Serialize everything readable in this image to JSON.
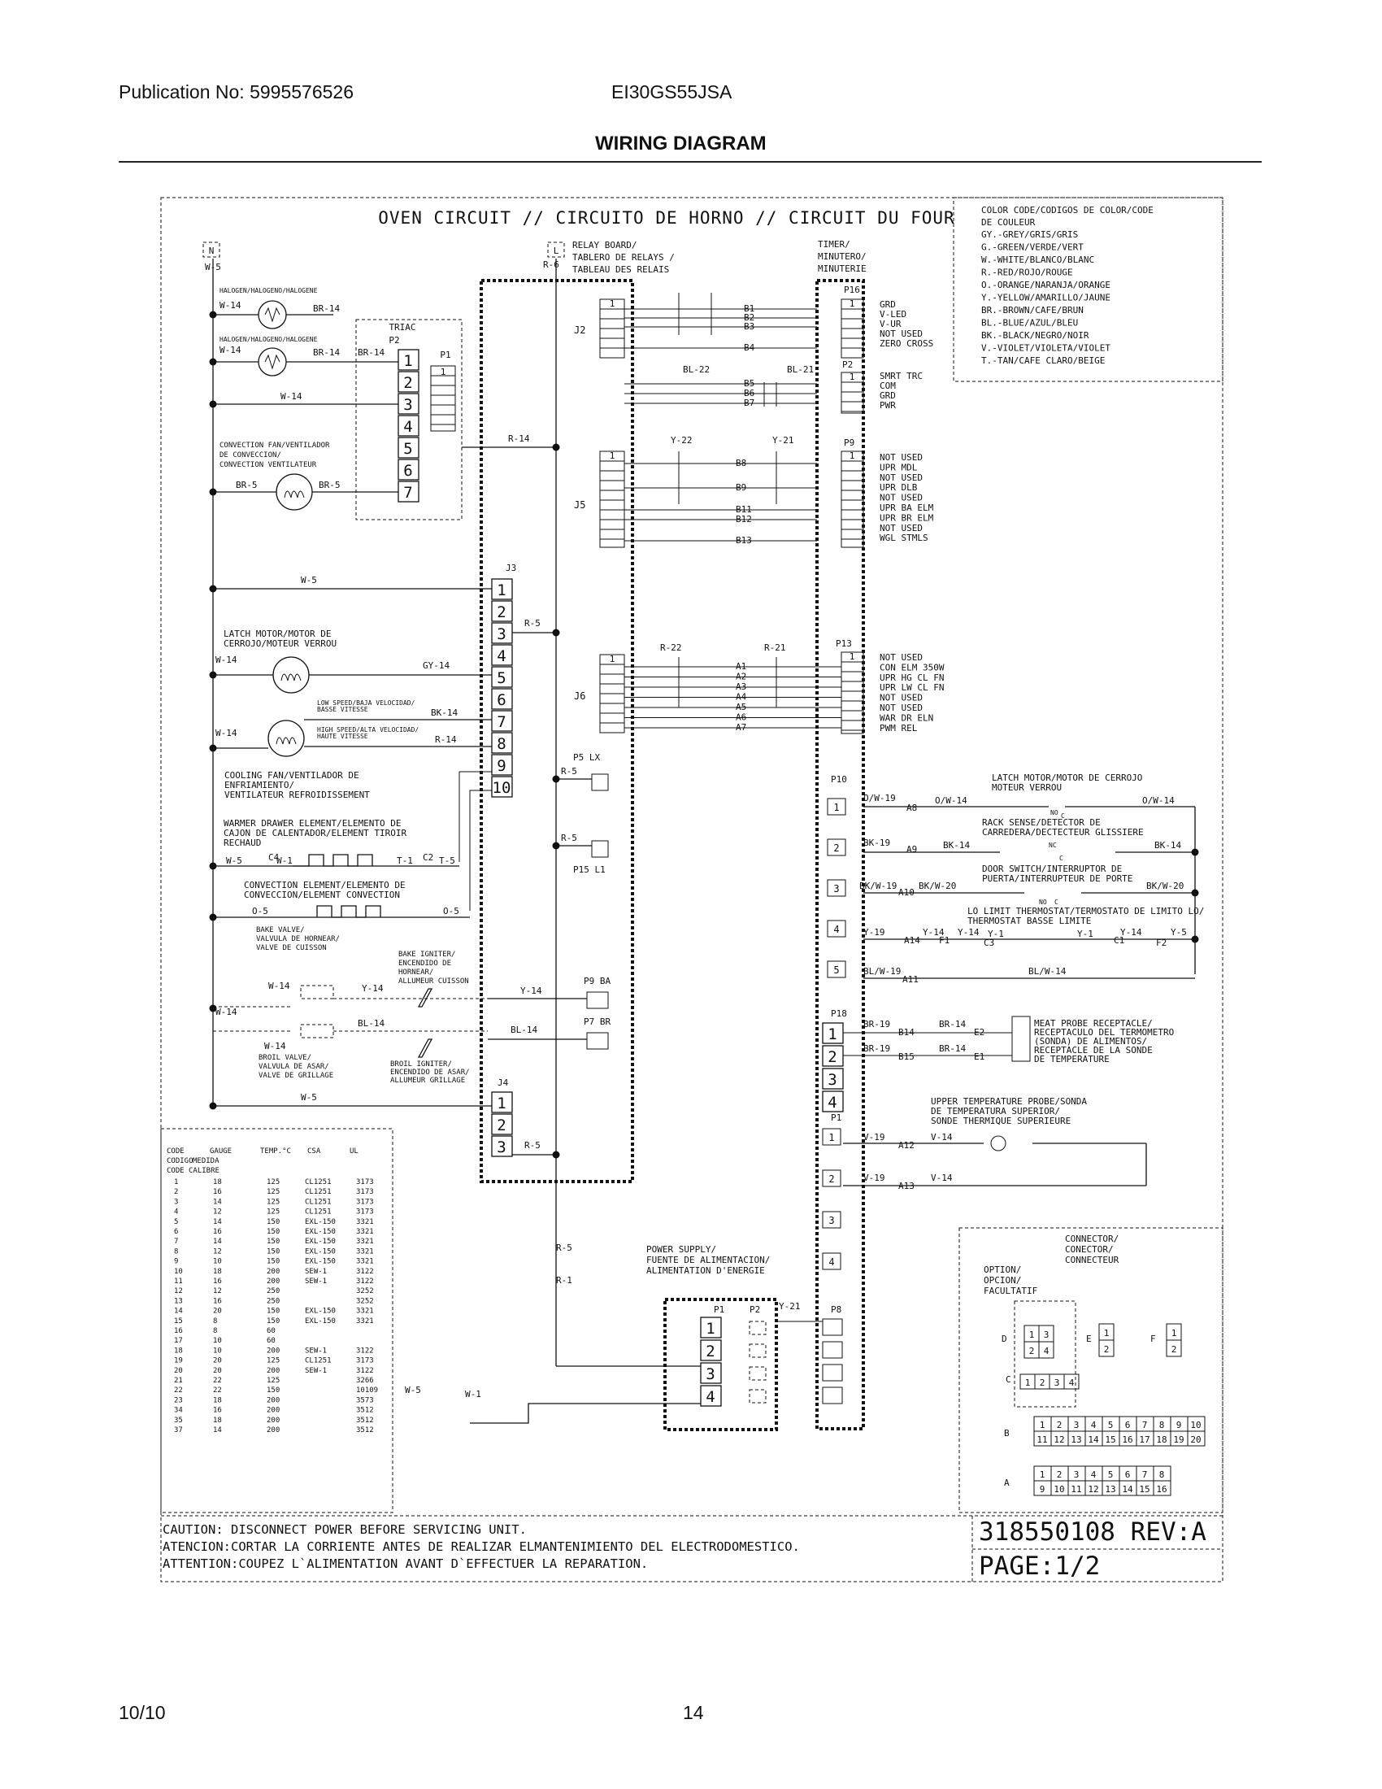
{
  "header": {
    "publication": "Publication No: 5995576526",
    "model": "EI30GS55JSA",
    "title": "WIRING DIAGRAM"
  },
  "footer": {
    "date": "10/10",
    "page": "14"
  },
  "diagram": {
    "oven_title": "OVEN CIRCUIT // CIRCUITO DE HORNO // CIRCUIT DU FOUR",
    "color_code": {
      "title1": "COLOR CODE/CODIGOS DE COLOR/CODE",
      "title2": "DE COULEUR",
      "lines": [
        "GY.-GREY/GRIS/GRIS",
        "G.-GREEN/VERDE/VERT",
        "W.-WHITE/BLANCO/BLANC",
        "R.-RED/ROJO/ROUGE",
        "O.-ORANGE/NARANJA/ORANGE",
        "Y.-YELLOW/AMARILLO/JAUNE",
        "BR.-BROWN/CAFE/BRUN",
        "BL.-BLUE/AZUL/BLEU",
        "BK.-BLACK/NEGRO/NOIR",
        "V.-VIOLET/VIOLETA/VIOLET",
        "T.-TAN/CAFE CLARO/BEIGE"
      ]
    },
    "relay_board": [
      "RELAY BOARD/",
      "TABLERO DE RELAYS /",
      "TABLEAU  DES RELAIS"
    ],
    "timer": [
      "TIMER/",
      "MINUTERO/",
      "MINUTERIE"
    ],
    "n_label": "N",
    "l_label": "L",
    "w5": "W-5",
    "r6": "R-6",
    "halogen": "HALOGEN/HALOGENO/HALOGENE",
    "w14": "W-14",
    "br14": "BR-14",
    "triac": "TRIAC",
    "p2": "P2",
    "p1": "P1",
    "triac_pins": [
      "1",
      "2",
      "3",
      "4",
      "5",
      "6",
      "7"
    ],
    "conv_fan": [
      "CONVECTION FAN/VENTILADOR",
      "DE CONVECCION/",
      "CONVECTION VENTILATEUR"
    ],
    "br5": "BR-5",
    "r14": "R-14",
    "j2": "J2",
    "j3": "J3",
    "j4": "J4",
    "j5": "J5",
    "j6": "J6",
    "j3_pins": [
      "1",
      "2",
      "3",
      "4",
      "5",
      "6",
      "7",
      "8",
      "9",
      "10"
    ],
    "j4_pins": [
      "1",
      "2",
      "3"
    ],
    "b_labels_top": [
      "B1",
      "B2",
      "B3",
      "B4"
    ],
    "b_labels_mid": [
      "B5",
      "B6",
      "B7"
    ],
    "b_labels_j5": [
      "B8",
      "B9",
      "B11",
      "B12",
      "B13"
    ],
    "a_labels": [
      "A1",
      "A2",
      "A3",
      "A4",
      "A5",
      "A6",
      "A7"
    ],
    "bl22": "BL-22",
    "bl21": "BL-21",
    "y22": "Y-22",
    "y21": "Y-21",
    "r22": "R-22",
    "r21": "R-21",
    "r5": "R-5",
    "p16": "P16",
    "p16_labels": [
      "GRD",
      "V-LED",
      "V-UR",
      "NOT USED",
      "ZERO CROSS"
    ],
    "p2_labels": [
      "SMRT TRC",
      "COM",
      "GRD",
      "PWR"
    ],
    "p9": "P9",
    "p9_labels": [
      "NOT USED",
      "UPR MDL",
      "NOT USED",
      "UPR DLB",
      "NOT USED",
      "UPR BA ELM",
      "UPR BR ELM",
      "NOT USED",
      "WGL STMLS"
    ],
    "p13": "P13",
    "p13_labels": [
      "NOT USED",
      "CON ELM 350W",
      "UPR HG CL FN",
      "UPR LW CL FN",
      "NOT USED",
      "NOT USED",
      "WAR DR ELN",
      "PWM REL"
    ],
    "latch_motor": [
      "LATCH MOTOR/MOTOR DE",
      "CERROJO/MOTEUR VERROU"
    ],
    "gy14": "GY-14",
    "low_speed": [
      "LOW SPEED/BAJA VELOCIDAD/",
      "BASSE VITESSE"
    ],
    "high_speed": [
      "HIGH SPEED/ALTA VELOCIDAD/",
      "HAUTE VITESSE"
    ],
    "bk14": "BK-14",
    "cooling_fan": [
      "COOLING FAN/VENTILADOR DE",
      "ENFRIAMIENTO/",
      "VENTILATEUR REFROIDISSEMENT"
    ],
    "warmer": [
      "WARMER DRAWER ELEMENT/ELEMENTO DE",
      "CAJON DE CALENTADOR/ELEMENT TIROIR",
      "RECHAUD"
    ],
    "c4": "C4",
    "w1": "W-1",
    "t1": "T-1",
    "c2": "C2",
    "t5": "T-5",
    "conv_elem": [
      "CONVECTION ELEMENT/ELEMENTO DE",
      "CONVECCION/ELEMENT CONVECTION"
    ],
    "o5": "O-5",
    "p5lx": "P5 LX",
    "p15l1": "P15 L1",
    "bake_valve": [
      "BAKE VALVE/",
      "VALVULA DE HORNEAR/",
      "VALVE DE CUISSON"
    ],
    "bake_igniter": [
      "BAKE IGNITER/",
      "ENCENDIDO DE",
      "HORNEAR/",
      "ALLUMEUR CUISSON"
    ],
    "y14": "Y-14",
    "bl14": "BL-14",
    "p9ba": "P9 BA",
    "p7br": "P7 BR",
    "broil_valve": [
      "BROIL VALVE/",
      "VALVULA DE ASAR/",
      "VALVE DE GRILLAGE"
    ],
    "broil_igniter": [
      "BROIL IGNITER/",
      "ENCENDIDO DE ASAR/",
      "ALLUMEUR GRILLAGE"
    ],
    "p10": "P10",
    "p10_pins": [
      "1",
      "2",
      "3",
      "4",
      "5"
    ],
    "latch_right": [
      "LATCH MOTOR/MOTOR DE CERROJO",
      "MOTEUR VERROU"
    ],
    "ow19": "O/W-19",
    "ow14": "O/W-14",
    "a8": "A8",
    "a9": "A9",
    "a10": "A10",
    "a14": "A14",
    "a11": "A11",
    "rack_sense": [
      "RACK SENSE/DETECTOR DE",
      "CARREDERA/DECTECTEUR GLISSIERE"
    ],
    "bk19": "BK-19",
    "door_switch": [
      "DOOR SWITCH/INTERRUPTOR DE",
      "PUERTA/INTERRUPTEUR DE PORTE"
    ],
    "bkw19": "BK/W-19",
    "bkw20": "BK/W-20",
    "lo_limit": [
      "LO LIMIT THERMOSTAT/TERMOSTATO DE LIMITO LO/",
      "THERMOSTAT BASSE LIMITE"
    ],
    "y19": "Y-19",
    "y1": "Y-1",
    "y5": "Y-5",
    "f1": "F1",
    "c3": "C3",
    "c1": "C1",
    "f2": "F2",
    "blw19": "BL/W-19",
    "blw14": "BL/W-14",
    "no": "NO",
    "c": "C",
    "nc": "NC",
    "p18": "P18",
    "p18_pins": [
      "1",
      "2",
      "3",
      "4"
    ],
    "br19": "BR-19",
    "b14": "B14",
    "b15": "B15",
    "e2": "E2",
    "e1": "E1",
    "meat_probe": [
      "MEAT PROBE RECEPTACLE/",
      "RECEPTACULO DEL TERMOMETRO",
      "(SONDA) DE ALIMENTOS/",
      "RECEPTACLE DE LA SONDE",
      "DE TEMPERATURE"
    ],
    "upper_probe": [
      "UPPER TEMPERATURE PROBE/SONDA",
      "DE TEMPERATURA SUPERIOR/",
      "SONDE THERMIQUE SUPERIEURE"
    ],
    "p1r": "P1",
    "p1r_pins": [
      "1",
      "2",
      "3",
      "4"
    ],
    "v19": "V-19",
    "v14": "V-14",
    "a12": "A12",
    "a13": "A13",
    "r5b": "R-5",
    "r1": "R-1",
    "power_supply": [
      "POWER SUPPLY/",
      "FUENTE DE ALIMENTACION/",
      "ALIMENTATION D'ENERGIE"
    ],
    "ps_p1": "P1",
    "ps_p2": "P2",
    "ps_y21": "Y-21",
    "p8": "P8",
    "ps_pins": [
      "1",
      "2",
      "3",
      "4"
    ],
    "w5b": "W-5",
    "w1b": "W-1",
    "connector": [
      "CONNECTOR/",
      "CONECTOR/",
      "CONNECTEUR"
    ],
    "option": [
      "OPTION/",
      "OPCION/",
      "FACULTATIF"
    ],
    "conn_letters": [
      "D",
      "E",
      "F",
      "C",
      "B",
      "A"
    ],
    "conn_d": [
      "1",
      "3",
      "2",
      "4"
    ],
    "conn_e": [
      "1",
      "2"
    ],
    "conn_f": [
      "1",
      "2"
    ],
    "conn_c": [
      "1",
      "2",
      "3",
      "4"
    ],
    "conn_b1": [
      "1",
      "2",
      "3",
      "4",
      "5",
      "6",
      "7",
      "8",
      "9",
      "10"
    ],
    "conn_b2": [
      "11",
      "12",
      "13",
      "14",
      "15",
      "16",
      "17",
      "18",
      "19",
      "20"
    ],
    "conn_a1": [
      "1",
      "2",
      "3",
      "4",
      "5",
      "6",
      "7",
      "8"
    ],
    "conn_a2": [
      "9",
      "10",
      "11",
      "12",
      "13",
      "14",
      "15",
      "16"
    ],
    "gauge_head": [
      "CODE",
      "GAUGE",
      "TEMP.°C",
      "CSA",
      "UL"
    ],
    "gauge_head2": [
      "CODIGO",
      "MEDIDA"
    ],
    "gauge_head3": [
      "CODE",
      "CALIBRE"
    ],
    "gauge_rows": [
      [
        "1",
        "18",
        "125",
        "CL1251",
        "3173"
      ],
      [
        "2",
        "16",
        "125",
        "CL1251",
        "3173"
      ],
      [
        "3",
        "14",
        "125",
        "CL1251",
        "3173"
      ],
      [
        "4",
        "12",
        "125",
        "CL1251",
        "3173"
      ],
      [
        "5",
        "14",
        "150",
        "EXL-150",
        "3321"
      ],
      [
        "6",
        "16",
        "150",
        "EXL-150",
        "3321"
      ],
      [
        "7",
        "14",
        "150",
        "EXL-150",
        "3321"
      ],
      [
        "8",
        "12",
        "150",
        "EXL-150",
        "3321"
      ],
      [
        "9",
        "10",
        "150",
        "EXL-150",
        "3321"
      ],
      [
        "10",
        "18",
        "200",
        "SEW-1",
        "3122"
      ],
      [
        "11",
        "16",
        "200",
        "SEW-1",
        "3122"
      ],
      [
        "12",
        "12",
        "250",
        "",
        "3252"
      ],
      [
        "13",
        "16",
        "250",
        "",
        "3252"
      ],
      [
        "14",
        "20",
        "150",
        "EXL-150",
        "3321"
      ],
      [
        "15",
        "8",
        "150",
        "EXL-150",
        "3321"
      ],
      [
        "16",
        "8",
        "60",
        "",
        ""
      ],
      [
        "17",
        "10",
        "60",
        "",
        ""
      ],
      [
        "18",
        "10",
        "200",
        "SEW-1",
        "3122"
      ],
      [
        "19",
        "20",
        "125",
        "CL1251",
        "3173"
      ],
      [
        "20",
        "20",
        "200",
        "SEW-1",
        "3122"
      ],
      [
        "21",
        "22",
        "125",
        "",
        "3266"
      ],
      [
        "22",
        "22",
        "150",
        "",
        "10109"
      ],
      [
        "23",
        "18",
        "200",
        "",
        "3573"
      ],
      [
        "34",
        "16",
        "200",
        "",
        "3512"
      ],
      [
        "35",
        "18",
        "200",
        "",
        "3512"
      ],
      [
        "37",
        "14",
        "200",
        "",
        "3512"
      ]
    ],
    "caution": [
      "CAUTION: DISCONNECT POWER BEFORE SERVICING UNIT.",
      "ATENCION:CORTAR LA CORRIENTE ANTES DE REALIZAR ELMANTENIMIENTO DEL ELECTRODOMESTICO.",
      "ATTENTION:COUPEZ L`ALIMENTATION AVANT D`EFFECTUER LA REPARATION."
    ],
    "part_number": "318550108 REV:A",
    "page_label": "PAGE:1/2"
  }
}
